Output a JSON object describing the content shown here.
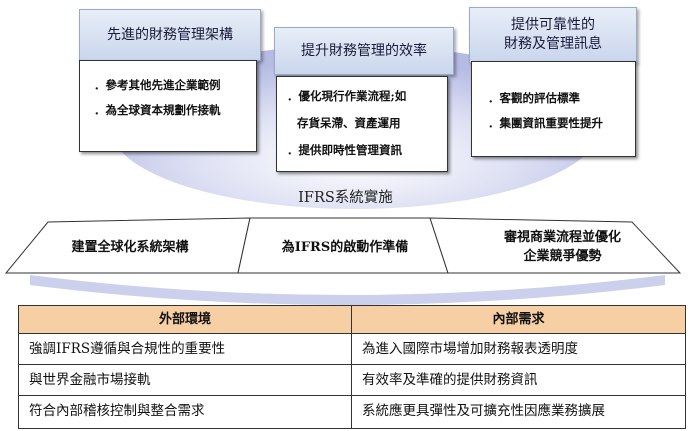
{
  "top_tabs": [
    "先進的財務管理架構",
    "提升財務管理的效率",
    "提供可靠性的\n財務及管理訊息"
  ],
  "top_boxes": [
    [
      "．參考其他先進企業範例",
      "．為全球資本規劃作接軌"
    ],
    [
      "．優化現行作業流程;如",
      "存貨呆滯、資產運用",
      "．提供即時性管理資訊"
    ],
    [
      "．客觀的評估標準",
      "．集團資訊重要性提升"
    ]
  ],
  "center_label": "IFRS系統實施",
  "middle_items": [
    "建置全球化系統架構",
    "為IFRS的啟動作準備",
    "審視商業流程並優化\n企業競爭優勢"
  ],
  "table": {
    "external": {
      "header": "外部環境",
      "rows": [
        "強調IFRS遵循與合規性的重要性",
        "與世界金融市場接軌",
        "符合內部稽核控制與整合需求"
      ]
    },
    "internal": {
      "header": "內部需求",
      "rows": [
        "為進入國際市場增加財務報表透明度",
        "有效率及準確的提供財務資訊",
        "系統應更具彈性及可擴充性因應業務擴展"
      ]
    }
  },
  "colors": {
    "ellipse": "#c7cbea",
    "tab_fill": "#d6e0f1",
    "table_header": "#f6cfa4"
  }
}
